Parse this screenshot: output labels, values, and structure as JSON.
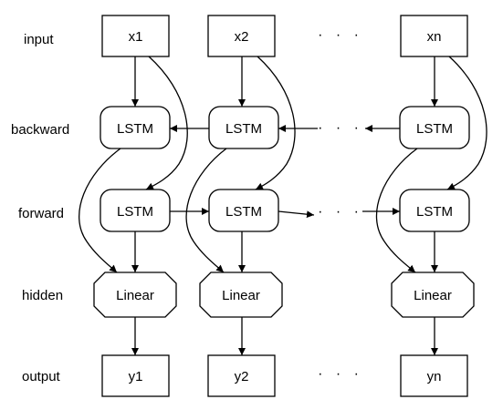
{
  "rows": {
    "input": "input",
    "backward": "backward",
    "forward": "forward",
    "hidden": "hidden",
    "output": "output"
  },
  "columns": [
    {
      "input": "x1",
      "backward": "LSTM",
      "forward": "LSTM",
      "hidden": "Linear",
      "output": "y1"
    },
    {
      "input": "x2",
      "backward": "LSTM",
      "forward": "LSTM",
      "hidden": "Linear",
      "output": "y2"
    },
    {
      "input": "xn",
      "backward": "LSTM",
      "forward": "LSTM",
      "hidden": "Linear",
      "output": "yn"
    }
  ],
  "ellipsis": "· · ·"
}
